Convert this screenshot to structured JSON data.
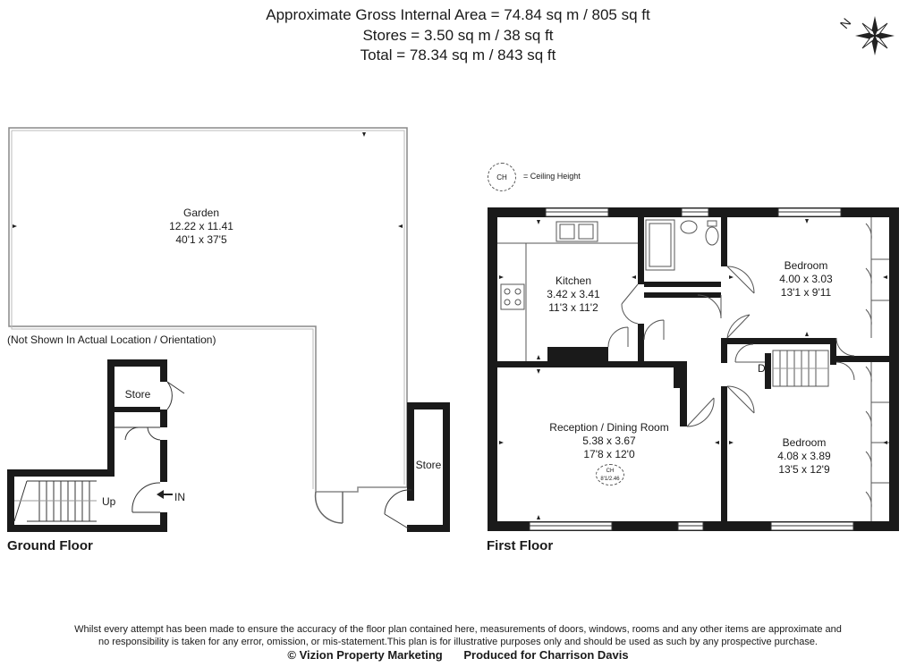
{
  "header": {
    "line1": "Approximate Gross Internal Area = 74.84 sq m / 805 sq ft",
    "line2": "Stores = 3.50 sq m / 38 sq ft",
    "line3": "Total = 78.34 sq m / 843 sq ft"
  },
  "compass": {
    "letter": "N"
  },
  "legend": {
    "badge": "CH",
    "text": "= Ceiling Height"
  },
  "garden": {
    "name": "Garden",
    "metric": "12.22 x 11.41",
    "imperial": "40'1 x 37'5",
    "note": "(Not Shown In Actual Location / Orientation)"
  },
  "ground": {
    "title": "Ground Floor",
    "store_left": "Store",
    "store_right": "Store",
    "up": "Up",
    "in": "IN"
  },
  "first": {
    "title": "First Floor",
    "kitchen": {
      "name": "Kitchen",
      "metric": "3.42 x 3.41",
      "imperial": "11'3 x 11'2"
    },
    "bedroom1": {
      "name": "Bedroom",
      "metric": "4.00 x 3.03",
      "imperial": "13'1 x 9'11"
    },
    "reception": {
      "name": "Reception / Dining Room",
      "metric": "5.38 x 3.67",
      "imperial": "17'8 x 12'0",
      "ch_label": "CH",
      "ch_value": "8'1/2.46"
    },
    "bedroom2": {
      "name": "Bedroom",
      "metric": "4.08 x 3.89",
      "imperial": "13'5 x 12'9"
    },
    "dn": "Dn"
  },
  "footer": {
    "disclaimer1": "Whilst every attempt has been made to ensure the accuracy of the floor plan contained here, measurements of doors, windows, rooms and any other items are approximate and",
    "disclaimer2": "no responsibility is taken for any error, omission, or mis-statement.This plan is for illustrative purposes only and should be used as such by any prospective purchase.",
    "copyright": "© Vizion Property Marketing",
    "produced": "Produced for Charrison Davis"
  }
}
